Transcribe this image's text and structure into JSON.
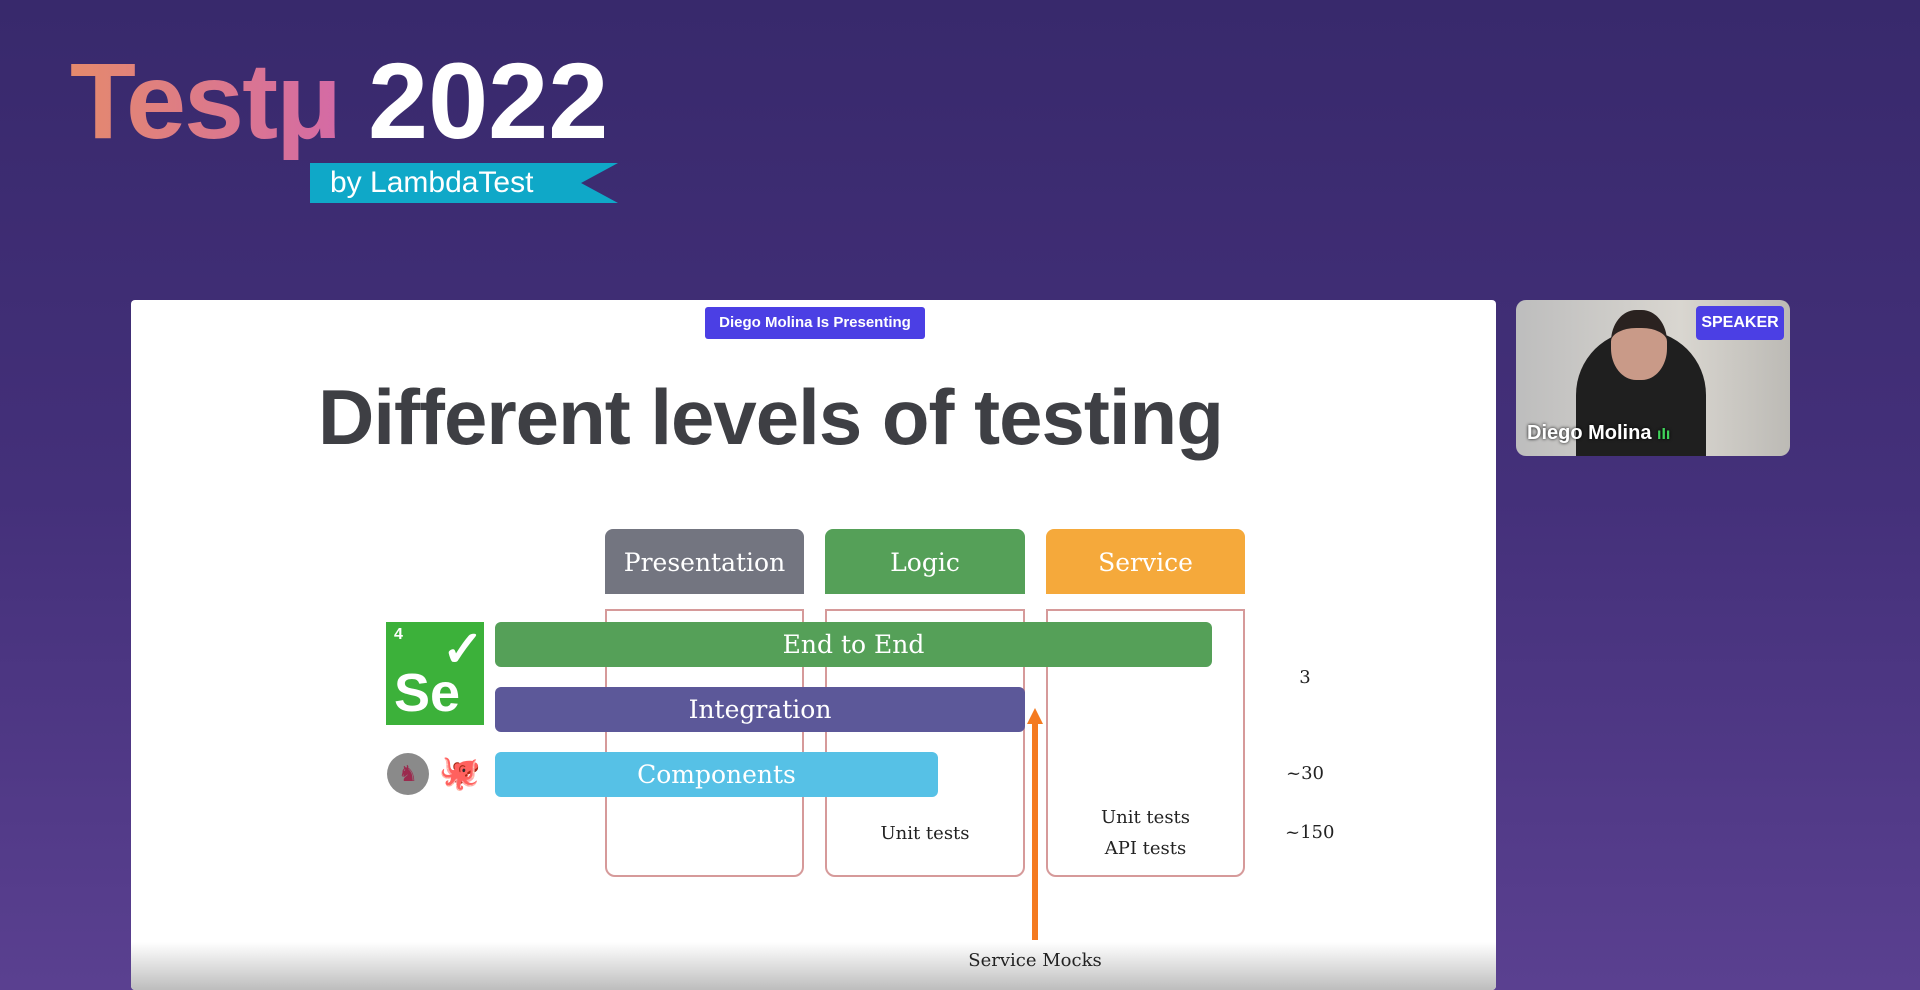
{
  "branding": {
    "logo_word": "Testμ",
    "logo_year": "2022",
    "ribbon": "by LambdaTest"
  },
  "presenting_badge": "Diego Molina Is Presenting",
  "slide": {
    "title": "Different levels of testing",
    "columns": [
      {
        "label": "Presentation",
        "color": "#737580"
      },
      {
        "label": "Logic",
        "color": "#55a058"
      },
      {
        "label": "Service",
        "color": "#f5a93b"
      }
    ],
    "bars": [
      {
        "label": "End to End",
        "color": "#55a058"
      },
      {
        "label": "Integration",
        "color": "#5c5899"
      },
      {
        "label": "Components",
        "color": "#56c1e6"
      }
    ],
    "counts": [
      "3",
      "~30",
      "~150"
    ],
    "logic_note": "Unit tests",
    "service_notes": [
      "Unit tests",
      "API tests"
    ],
    "arrow_label": "Service Mocks",
    "selenium_logo": {
      "version": "4",
      "text": "Se"
    }
  },
  "speaker": {
    "badge": "SPEAKER",
    "name": "Diego Molina"
  }
}
